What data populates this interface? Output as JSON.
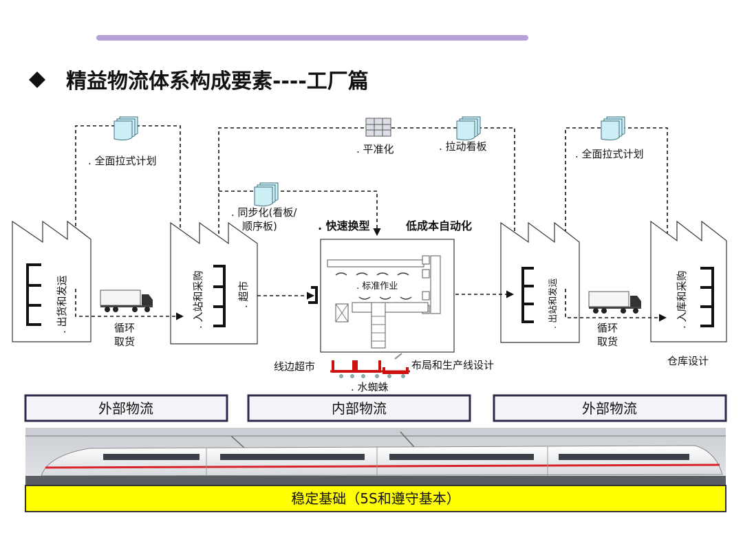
{
  "title": "精益物流体系构成要素----工厂篇",
  "labels": {
    "full_pull_left": ". 全面拉式计划",
    "full_pull_right": ". 全面拉式计划",
    "leveling": ". 平准化",
    "pull_kanban": ". 拉动看板",
    "sync_line1": ". 同步化(看板/",
    "sync_line2": "顺序板)",
    "quick_change": ". 快速换型",
    "low_cost_auto": "低成本自动化",
    "std_work": ". 标准作业",
    "line_supermarket": "线边超市",
    "layout_design": "布局和生产线设计",
    "water_spider": ". 水蜘蛛",
    "milk_run_1": "循环",
    "milk_run_2": "取货",
    "milk_run_right_1": "循环",
    "milk_run_right_2": "取货",
    "warehouse_design": "仓库设计"
  },
  "buildings": {
    "supplier": ". 出货和发运",
    "receiving": ". 入站和采购",
    "supermarket": ". 超市",
    "shipping": ". 出站和发运",
    "customer": ". 入库和采购"
  },
  "bands": {
    "external_left": "外部物流",
    "internal": "内部物流",
    "external_right": "外部物流"
  },
  "foundation": "稳定基础（5S和遵守基本）",
  "colors": {
    "title_bar": "#b7a0d8",
    "band_border": "#2a2a4a",
    "band_fill": "#f4f4f8",
    "foundation_fill": "#ffff00",
    "cart_red": "#cc1111",
    "doc_fill": "#cdeef5",
    "train_red": "#d8232a"
  }
}
